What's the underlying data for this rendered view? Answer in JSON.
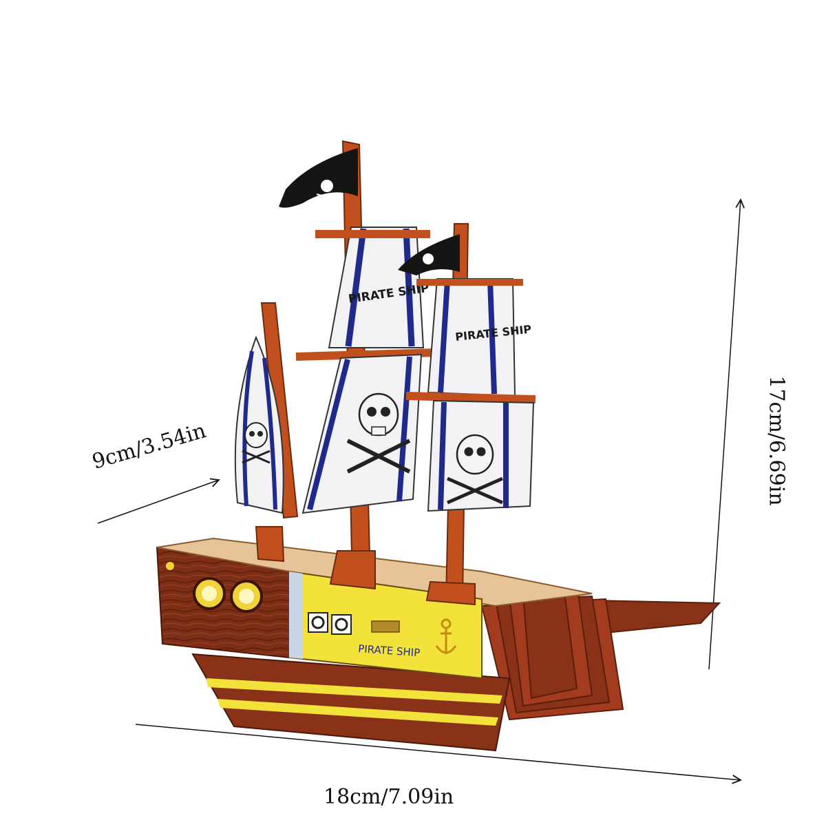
{
  "dimensions": {
    "depth": "9cm/3.54in",
    "width": "18cm/7.09in",
    "height": "17cm/6.69in"
  },
  "product_text": {
    "main_sail": "PIRATE SHIP",
    "rear_sail": "PIRATE SHIP",
    "hull": "PIRATE SHIP"
  },
  "colors": {
    "hull_brown": "#8a3218",
    "mast_orange": "#c2501e",
    "sail_white": "#f2f2f4",
    "stripe_blue": "#1f2a8c",
    "hull_yellow": "#f2e23a",
    "flag_black": "#151515",
    "deck_wood": "#e6c497"
  }
}
